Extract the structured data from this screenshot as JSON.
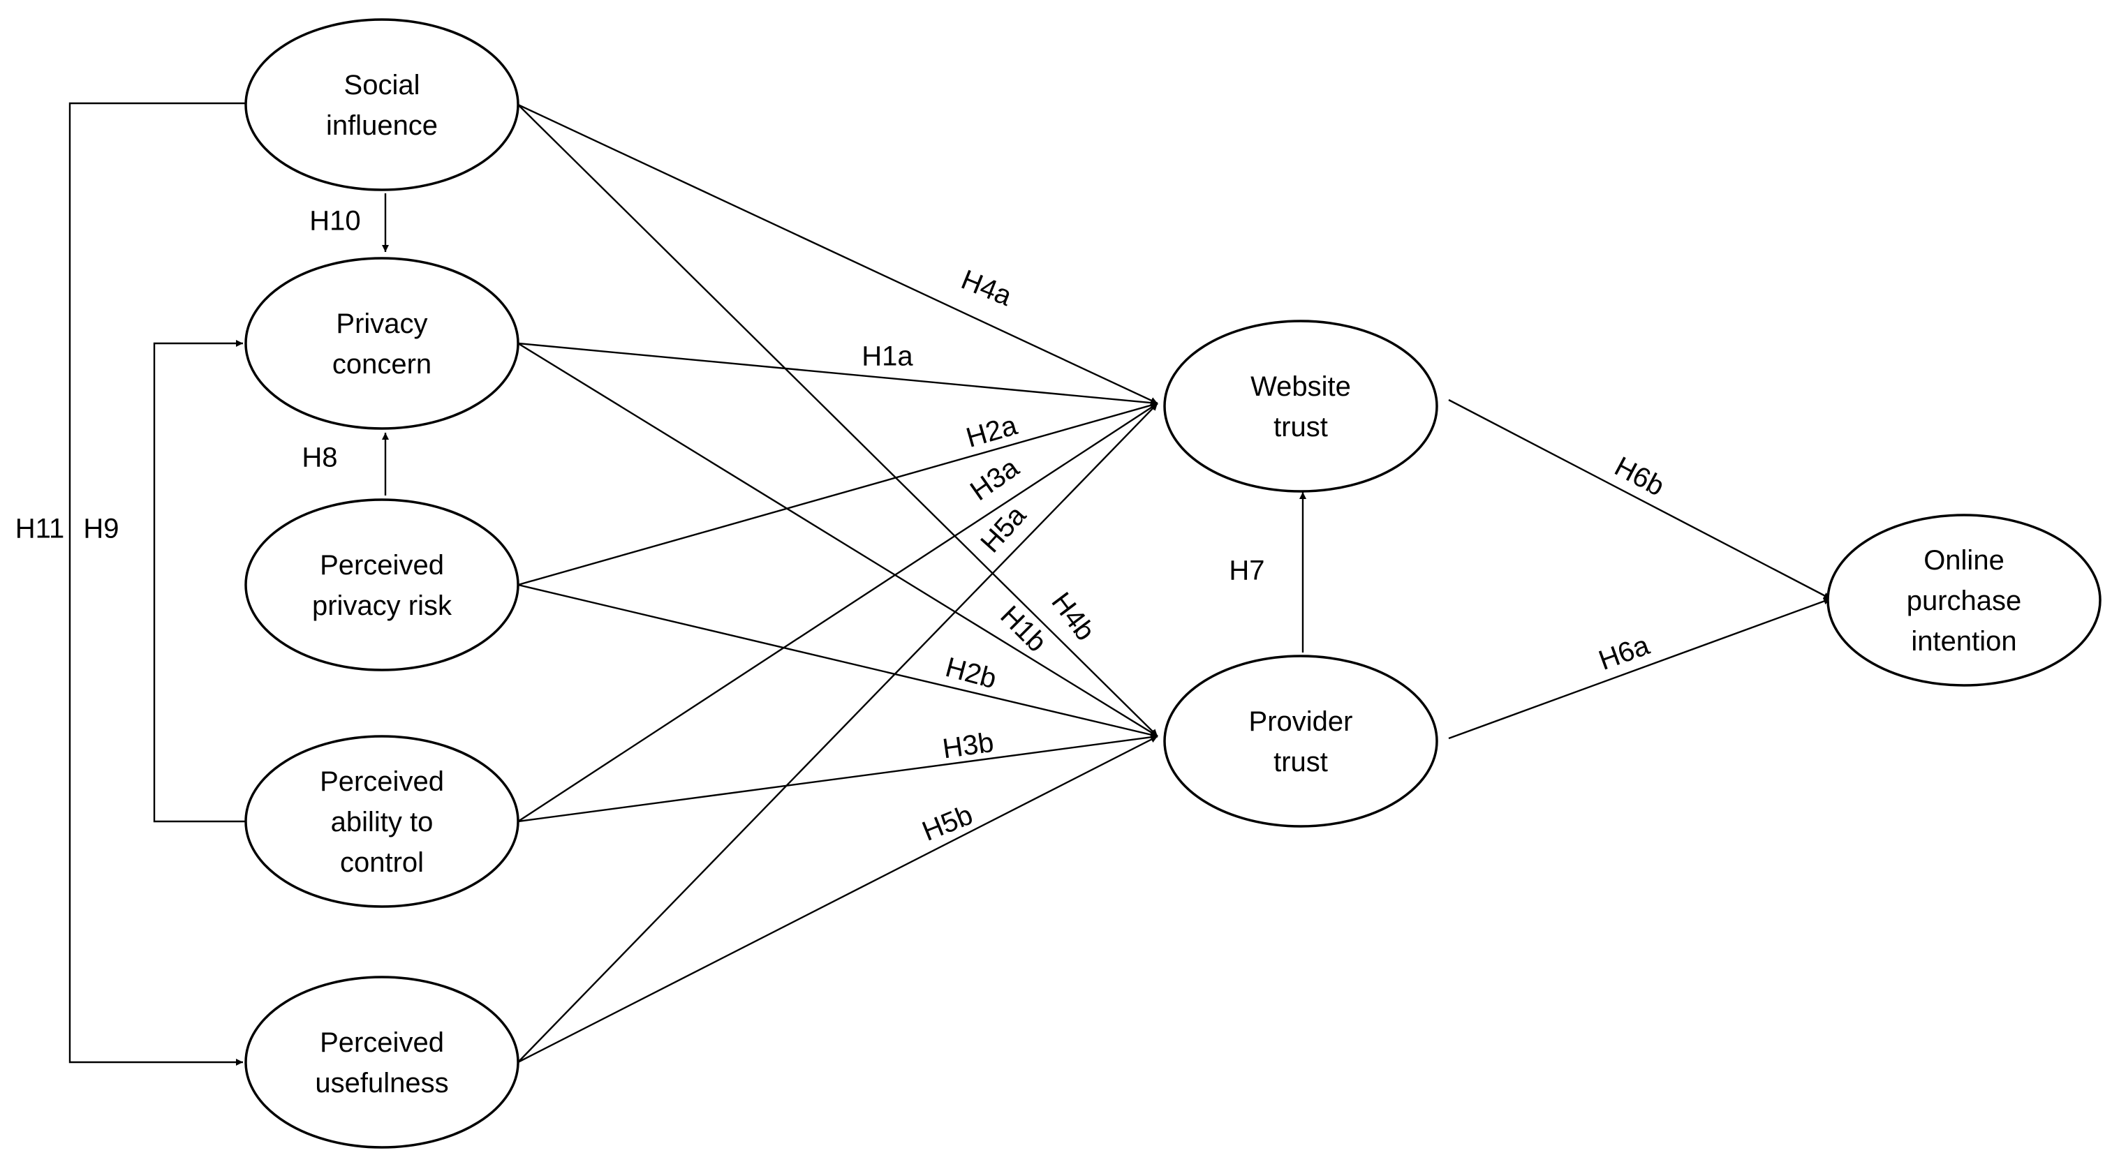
{
  "nodes": [
    {
      "id": "social_influence",
      "lines": [
        "Social",
        "influence"
      ]
    },
    {
      "id": "privacy_concern",
      "lines": [
        "Privacy",
        "concern"
      ]
    },
    {
      "id": "perceived_privacy_risk",
      "lines": [
        "Perceived",
        "privacy risk"
      ]
    },
    {
      "id": "perceived_ability_to_control",
      "lines": [
        "Perceived",
        "ability to",
        "control"
      ]
    },
    {
      "id": "perceived_usefulness",
      "lines": [
        "Perceived",
        "usefulness"
      ]
    },
    {
      "id": "website_trust",
      "lines": [
        "Website",
        "trust"
      ]
    },
    {
      "id": "provider_trust",
      "lines": [
        "Provider",
        "trust"
      ]
    },
    {
      "id": "online_purchase_intention",
      "lines": [
        "Online",
        "purchase",
        "intention"
      ]
    }
  ],
  "edges": [
    {
      "from": "social_influence",
      "to": "privacy_concern",
      "label": "H10"
    },
    {
      "from": "perceived_privacy_risk",
      "to": "privacy_concern",
      "label": "H8"
    },
    {
      "from": "perceived_ability_to_control",
      "to": "privacy_concern",
      "label": "H9"
    },
    {
      "from": "social_influence",
      "to": "perceived_usefulness",
      "label": "H11"
    },
    {
      "from": "social_influence",
      "to": "website_trust",
      "label": "H4a"
    },
    {
      "from": "social_influence",
      "to": "provider_trust",
      "label": "H4b"
    },
    {
      "from": "privacy_concern",
      "to": "website_trust",
      "label": "H1a"
    },
    {
      "from": "privacy_concern",
      "to": "provider_trust",
      "label": "H1b"
    },
    {
      "from": "perceived_privacy_risk",
      "to": "website_trust",
      "label": "H2a"
    },
    {
      "from": "perceived_privacy_risk",
      "to": "provider_trust",
      "label": "H2b"
    },
    {
      "from": "perceived_ability_to_control",
      "to": "website_trust",
      "label": "H3a"
    },
    {
      "from": "perceived_ability_to_control",
      "to": "provider_trust",
      "label": "H3b"
    },
    {
      "from": "perceived_usefulness",
      "to": "website_trust",
      "label": "H5a"
    },
    {
      "from": "perceived_usefulness",
      "to": "provider_trust",
      "label": "H5b"
    },
    {
      "from": "provider_trust",
      "to": "website_trust",
      "label": "H7"
    },
    {
      "from": "website_trust",
      "to": "online_purchase_intention",
      "label": "H6b"
    },
    {
      "from": "provider_trust",
      "to": "online_purchase_intention",
      "label": "H6a"
    }
  ]
}
